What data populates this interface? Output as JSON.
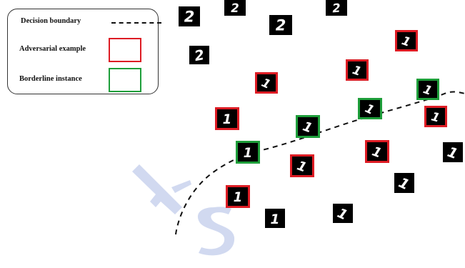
{
  "legend": {
    "decision_boundary": "Decision boundary",
    "adversarial_example": "Adversarial  example",
    "borderline_instance": "Borderline instance"
  },
  "colors": {
    "adversarial": "#dd1c24",
    "borderline": "#1e9e3a",
    "boundary": "#111111",
    "watermark": "#c9d3ee"
  },
  "digits": [
    {
      "id": "two-1",
      "label": "2",
      "kind": "plain"
    },
    {
      "id": "two-2",
      "label": "2",
      "kind": "plain"
    },
    {
      "id": "two-3",
      "label": "2",
      "kind": "plain"
    },
    {
      "id": "two-4",
      "label": "2",
      "kind": "plain"
    },
    {
      "id": "two-5",
      "label": "2",
      "kind": "plain"
    },
    {
      "id": "one-1",
      "label": "1",
      "kind": "adversarial"
    },
    {
      "id": "one-2",
      "label": "1",
      "kind": "adversarial"
    },
    {
      "id": "one-3",
      "label": "1",
      "kind": "adversarial"
    },
    {
      "id": "one-4",
      "label": "1",
      "kind": "borderline"
    },
    {
      "id": "one-5",
      "label": "1",
      "kind": "adversarial"
    },
    {
      "id": "one-6",
      "label": "1",
      "kind": "borderline"
    },
    {
      "id": "one-7",
      "label": "1",
      "kind": "borderline"
    },
    {
      "id": "one-8",
      "label": "1",
      "kind": "borderline"
    },
    {
      "id": "one-9",
      "label": "1",
      "kind": "adversarial"
    },
    {
      "id": "one-10",
      "label": "1",
      "kind": "adversarial"
    },
    {
      "id": "one-11",
      "label": "1",
      "kind": "plain"
    },
    {
      "id": "one-12",
      "label": "1",
      "kind": "adversarial"
    },
    {
      "id": "one-13",
      "label": "1",
      "kind": "adversarial"
    },
    {
      "id": "one-14",
      "label": "1",
      "kind": "plain"
    },
    {
      "id": "one-15",
      "label": "1",
      "kind": "plain"
    },
    {
      "id": "one-16",
      "label": "1",
      "kind": "plain"
    }
  ]
}
